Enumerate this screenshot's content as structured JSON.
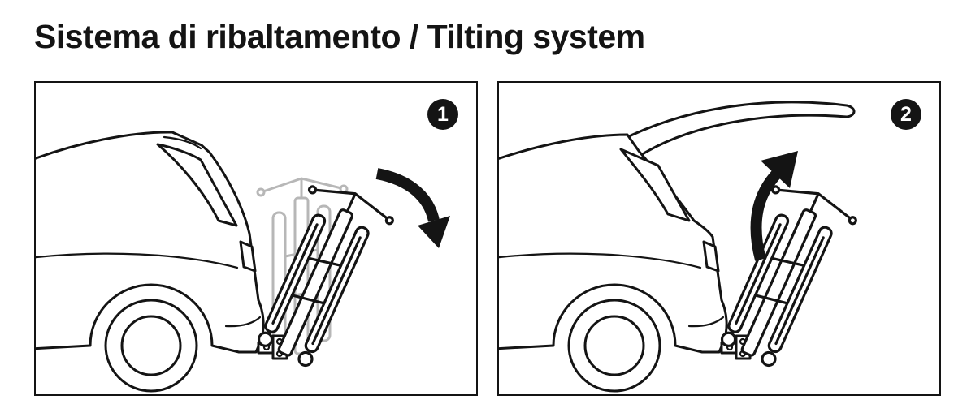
{
  "title": "Sistema di ribaltamento / Tilting system",
  "panels": [
    {
      "number": "1"
    },
    {
      "number": "2"
    }
  ],
  "colors": {
    "line": "#141414",
    "ghost": "#b7b7b7",
    "badge_bg": "#141414",
    "badge_text": "#ffffff"
  }
}
